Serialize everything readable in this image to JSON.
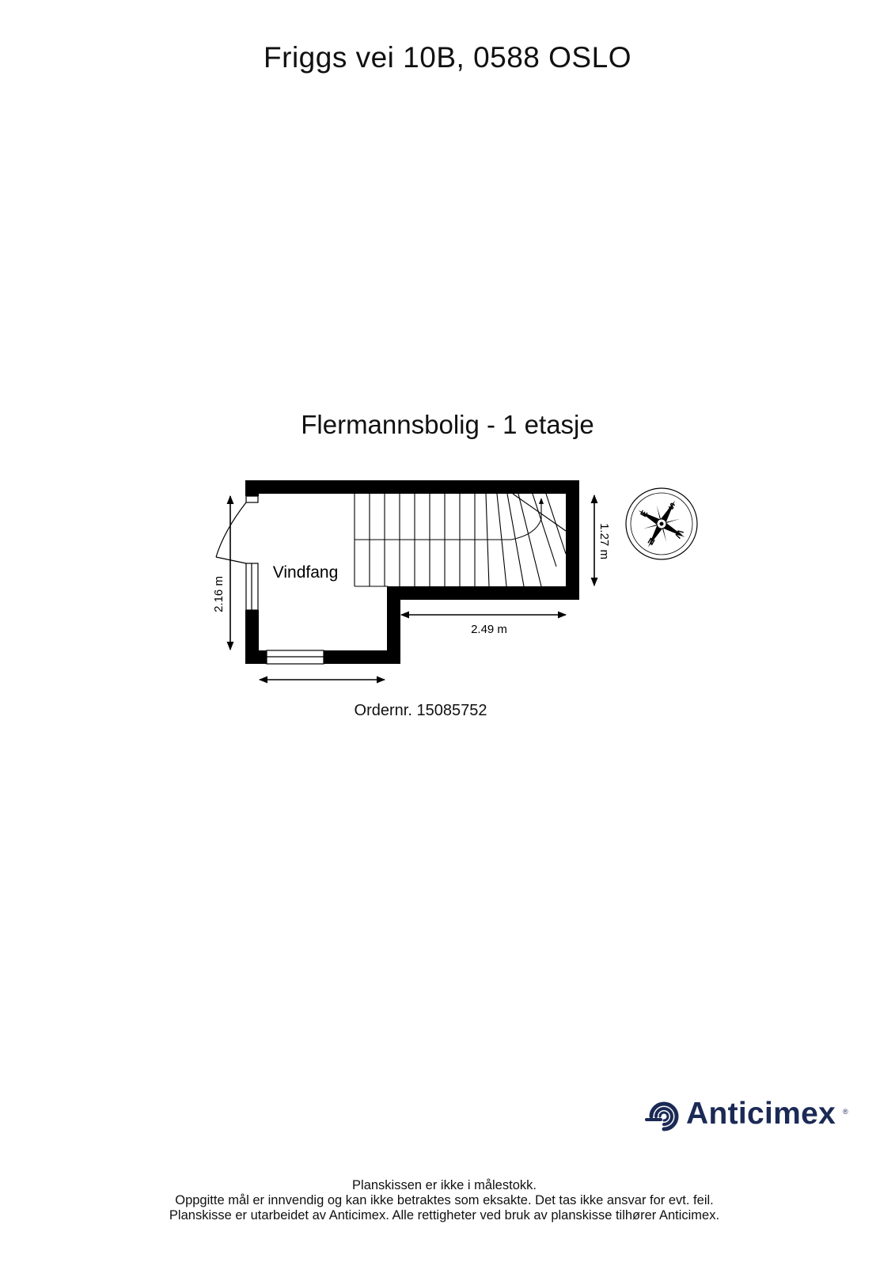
{
  "header": {
    "address": "Friggs vei 10B, 0588 OSLO"
  },
  "plan": {
    "floor_title": "Flermannsbolig - 1 etasje",
    "room_label": "Vindfang",
    "dimensions": {
      "height_left": "2.16 m",
      "height_right": "1.27 m",
      "width_bottom": "2.49 m"
    },
    "compass": {
      "letters": [
        "S",
        "W",
        "N",
        "E"
      ]
    },
    "order_number": "Ordernr. 15085752"
  },
  "brand": {
    "name": "Anticimex",
    "registered_mark": "®",
    "color": "#1b2a55"
  },
  "footer": {
    "line1": "Planskissen er ikke i målestokk.",
    "line2": "Oppgitte mål er innvendig og kan ikke betraktes som eksakte. Det tas ikke ansvar for evt. feil.",
    "line3": "Planskisse er utarbeidet av Anticimex. Alle rettigheter ved bruk av planskisse tilhører Anticimex."
  }
}
